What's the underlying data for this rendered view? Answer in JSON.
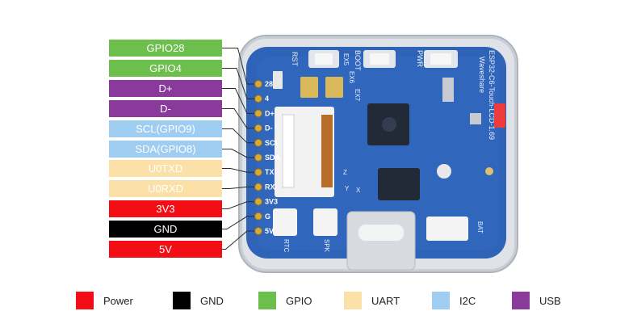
{
  "colors": {
    "power": "#f20e14",
    "gnd": "#000000",
    "gpio": "#6cbf4d",
    "uart": "#fbe0a8",
    "i2c": "#9fcdf2",
    "usb": "#8a3a9b",
    "board_frame": "#c9ced6",
    "pcb": "#2f63b8"
  },
  "pin_labels": [
    {
      "text": "GPIO28",
      "type": "gpio",
      "pin": "28"
    },
    {
      "text": "GPIO4",
      "type": "gpio",
      "pin": "4"
    },
    {
      "text": "D+",
      "type": "usb",
      "pin": "D+"
    },
    {
      "text": "D-",
      "type": "usb",
      "pin": "D-"
    },
    {
      "text": "SCL(GPIO9)",
      "type": "i2c",
      "pin": "SCL"
    },
    {
      "text": "SDA(GPIO8)",
      "type": "i2c",
      "pin": "SDA"
    },
    {
      "text": "U0TXD",
      "type": "uart",
      "pin": "TX"
    },
    {
      "text": "U0RXD",
      "type": "uart",
      "pin": "RX"
    },
    {
      "text": "3V3",
      "type": "power",
      "pin": "3V3"
    },
    {
      "text": "GND",
      "type": "gnd",
      "pin": "G"
    },
    {
      "text": "5V",
      "type": "power",
      "pin": "5V"
    }
  ],
  "board": {
    "buttons": [
      "RST",
      "BOOT",
      "PWR"
    ],
    "silk_name": "ESP32-C6-Touch-LCD-1.69",
    "brand": "Waveshare",
    "pad_marks": [
      "EX5",
      "EX6",
      "EX7"
    ],
    "connectors": [
      "RTC",
      "SPK",
      "BAT"
    ],
    "axes": [
      "Z",
      "X",
      "Y"
    ]
  },
  "legend": [
    {
      "label": "Power",
      "type": "power"
    },
    {
      "label": "GND",
      "type": "gnd"
    },
    {
      "label": "GPIO",
      "type": "gpio"
    },
    {
      "label": "UART",
      "type": "uart"
    },
    {
      "label": "I2C",
      "type": "i2c"
    },
    {
      "label": "USB",
      "type": "usb"
    }
  ]
}
